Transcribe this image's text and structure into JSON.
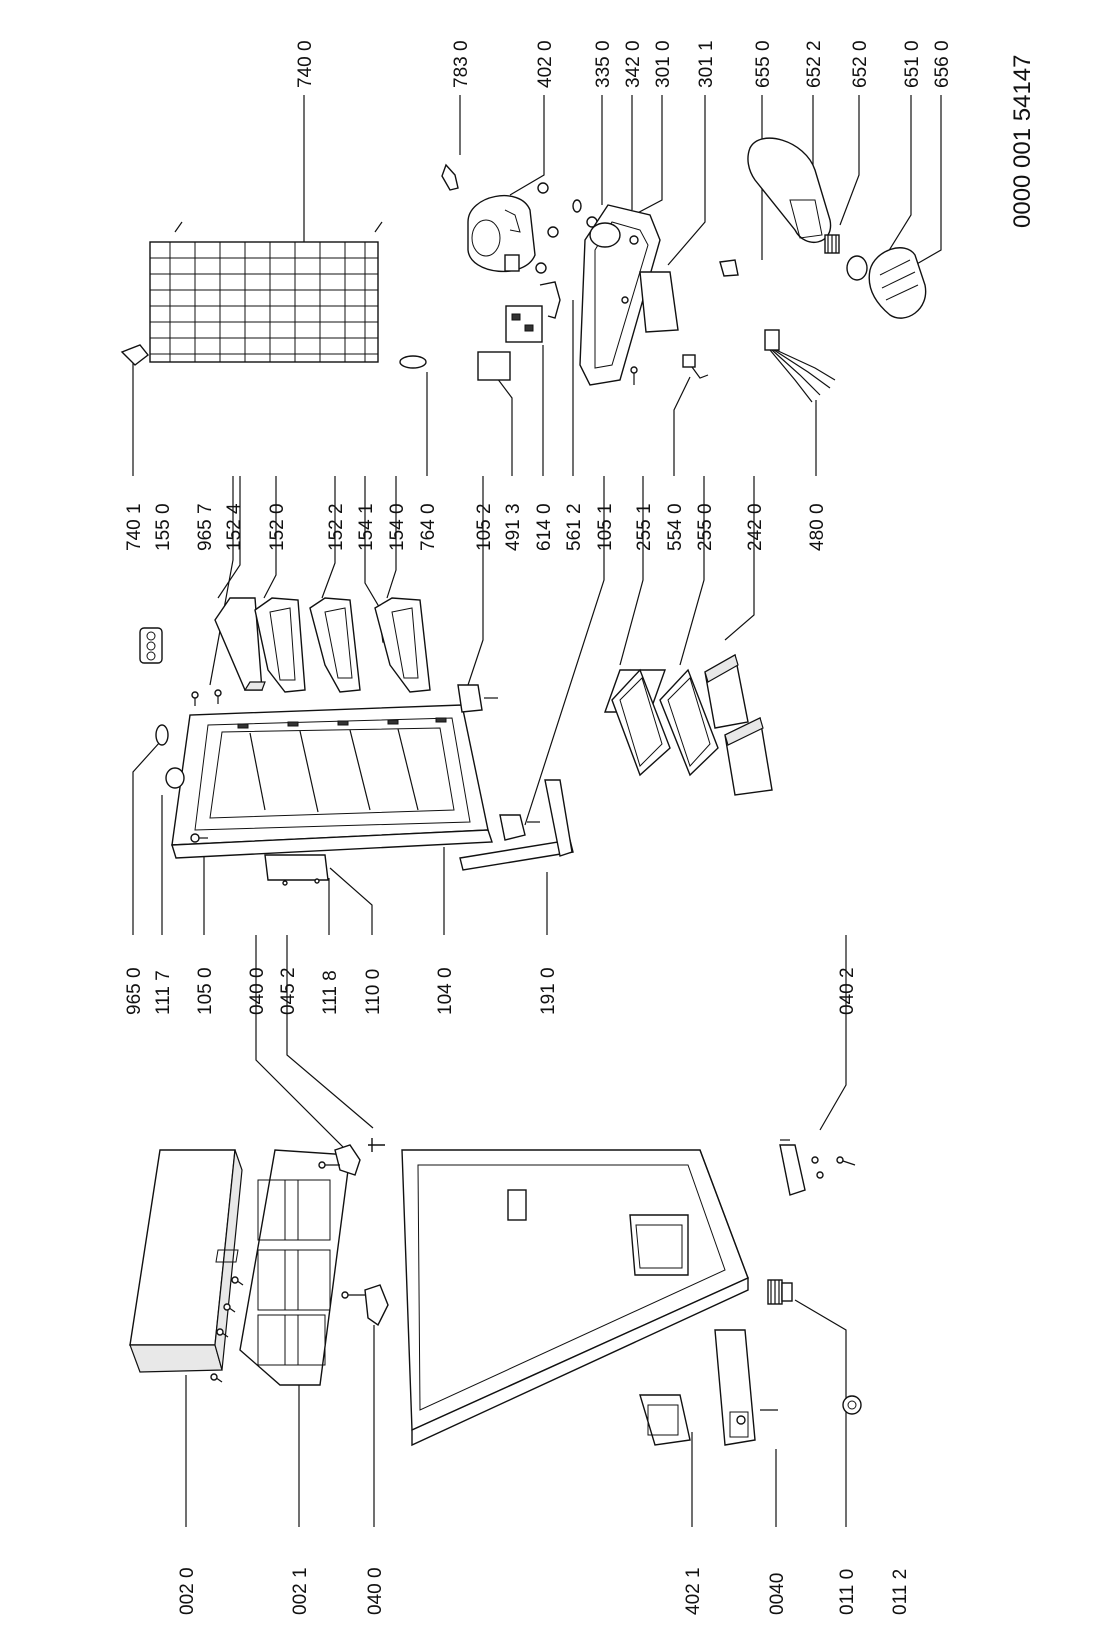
{
  "document_code": "0000 001 54147",
  "labels": {
    "l0020": "002 0",
    "l0021": "002 1",
    "l0400a": "040 0",
    "l4021": "402 1",
    "l0040": "0040",
    "l0110": "011 0",
    "l0112": "011 2",
    "l9650": "965 0",
    "l1117": "111 7",
    "l1050": "105 0",
    "l0400b": "040 0",
    "l0452": "045 2",
    "l1118": "111 8",
    "l1100": "110 0",
    "l1040": "104 0",
    "l1910": "191 0",
    "l0402": "040 2",
    "l7401": "740 1",
    "l1550": "155 0",
    "l9657": "965 7",
    "l1524": "152 4",
    "l1520": "152 0",
    "l1522": "152 2",
    "l1541": "154 1",
    "l1540": "154 0",
    "l7640": "764 0",
    "l1052": "105 2",
    "l4913": "491 3",
    "l6140": "614 0",
    "l5612": "561 2",
    "l1051": "105 1",
    "l2551": "255 1",
    "l5540": "554 0",
    "l2550": "255 0",
    "l2420": "242 0",
    "l4800": "480 0",
    "l7400": "740 0",
    "l7830": "783 0",
    "l4020": "402 0",
    "l3350": "335 0",
    "l3420": "342 0",
    "l3010": "301 0",
    "l3011": "301 1",
    "l6550": "655 0",
    "l6522": "652 2",
    "l6520": "652 0",
    "l6510": "651 0",
    "l6560": "656 0"
  }
}
